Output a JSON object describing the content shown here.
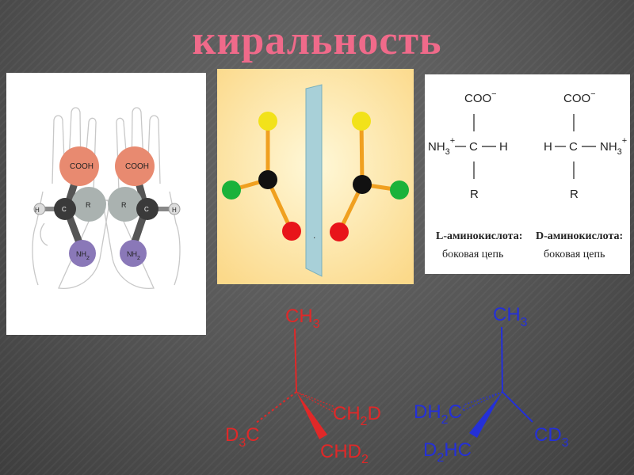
{
  "slide": {
    "title": "киральность",
    "title_color": "#f06a8a"
  },
  "hands_panel": {
    "left_model": {
      "top_group": "COOH",
      "left_atom": "H",
      "center_atom": "C",
      "right_group": "R",
      "bottom_group": "NH",
      "bottom_sub": "2"
    },
    "right_model": {
      "top_group": "COOH",
      "left_group": "R",
      "center_atom": "C",
      "right_atom": "H",
      "bottom_group": "NH",
      "bottom_sub": "2"
    }
  },
  "mirror_panel": {
    "mirror_mark": ".",
    "colors": {
      "yellow": "#f2e21a",
      "green": "#1ab23a",
      "red": "#e8141a",
      "black": "#111111",
      "bond": "#f0a020",
      "mirror": "#a8d0d8"
    }
  },
  "amino_panel": {
    "l_form": {
      "top": "COO",
      "top_charge": "−",
      "left": "NH",
      "left_sub": "3",
      "left_charge": "+",
      "center": "C",
      "right": "H",
      "bottom": "R",
      "caption": "L-аминокислота:",
      "subcaption": "боковая цепь"
    },
    "d_form": {
      "top": "COO",
      "top_charge": "−",
      "left": "H",
      "center": "C",
      "right": "NH",
      "right_sub": "3",
      "right_charge": "+",
      "bottom": "R",
      "caption": "D-аминокислота:",
      "subcaption": "боковая цепь"
    }
  },
  "stereo_panel": {
    "red_molecule": {
      "top": "CH",
      "top_sub": "3",
      "left": "D",
      "left_sub": "3",
      "left_tail": "C",
      "right_upper": "CH",
      "right_upper_sub": "2",
      "right_upper_tail": "D",
      "right_lower": "CHD",
      "right_lower_sub": "2",
      "color": "#e02828"
    },
    "blue_molecule": {
      "top": "CH",
      "top_sub": "3",
      "left_upper": "DH",
      "left_upper_sub": "2",
      "left_upper_tail": "C",
      "left_lower": "D",
      "left_lower_sub": "2",
      "left_lower_tail": "HC",
      "right": "CD",
      "right_sub": "3",
      "color": "#2430d8"
    }
  }
}
